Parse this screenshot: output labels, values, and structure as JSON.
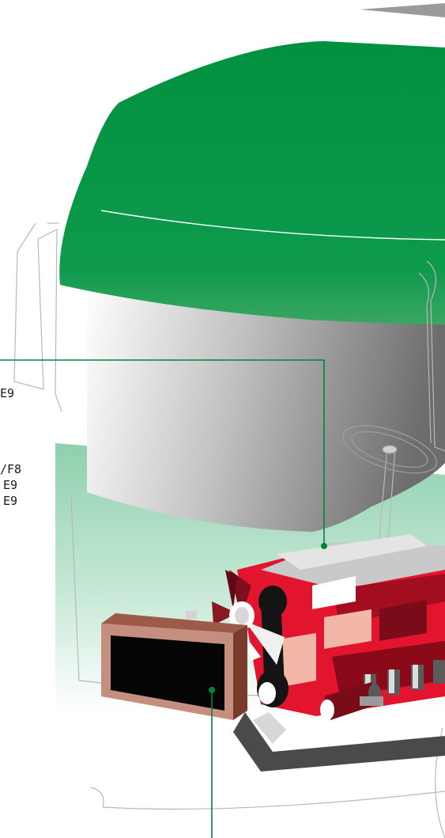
{
  "labels": {
    "upper": [
      "E9"
    ],
    "lower": [
      "/F8",
      "E9",
      "E9"
    ]
  },
  "colors": {
    "cab_green": "#00903f",
    "engine_red": "#e3142d",
    "leader_line": "#00843d",
    "radiator_brown": "#c48f7f",
    "grille_black": "#050505"
  }
}
